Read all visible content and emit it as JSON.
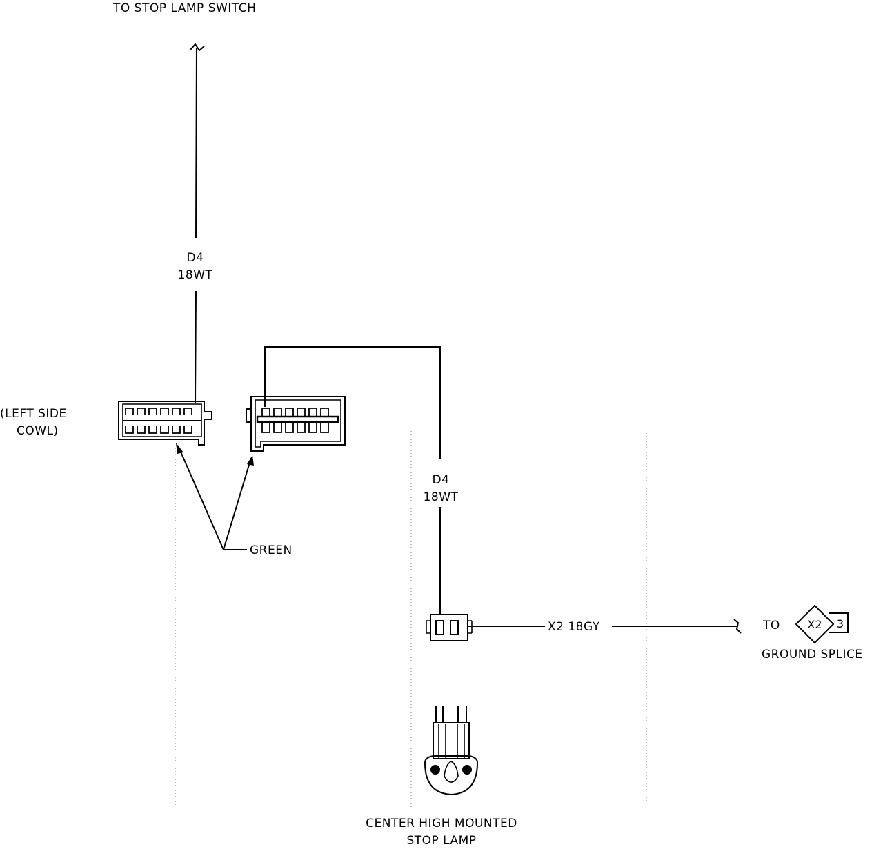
{
  "labels": {
    "stop_lamp_switch": "TO STOP LAMP SWITCH",
    "wire_upper_circuit": "D4",
    "wire_upper_gauge": "18WT",
    "left_side_cowl_line1": "(LEFT SIDE",
    "left_side_cowl_line2": "COWL)",
    "green": "GREEN",
    "wire_lower_circuit": "D4",
    "wire_lower_gauge": "18WT",
    "wire_ground": "X2 18GY",
    "to": "TO",
    "ground_splice": "GROUND SPLICE",
    "splice_id": "X2",
    "splice_pin": "3",
    "lamp_line1": "CENTER HIGH MOUNTED",
    "lamp_line2": "STOP LAMP"
  },
  "colors": {
    "ink": "#000000",
    "guide": "#777777",
    "background": "#ffffff"
  }
}
